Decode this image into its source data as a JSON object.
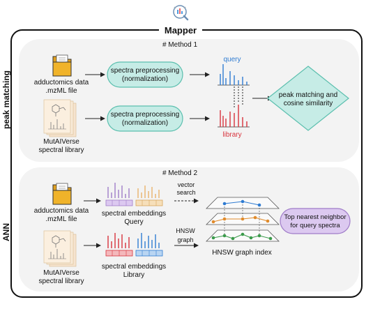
{
  "title": "Mapper",
  "sections": {
    "peak_matching": {
      "side_label": "peak matching",
      "method_label": "# Method 1",
      "input1_label": [
        "adductomics data",
        ".mzML file"
      ],
      "input2_label": [
        "MutAIVerse",
        "spectral library"
      ],
      "preprocess_label": [
        "spectra preprocessing",
        "(normalization)"
      ],
      "query_label": "query",
      "library_label": "library",
      "result_label": [
        "peak matching and",
        "cosine similarity"
      ]
    },
    "ann": {
      "side_label": "ANN",
      "method_label": "# Method 2",
      "input1_label": [
        "adductomics data",
        ".mzML file"
      ],
      "input2_label": [
        "MutAIVerse",
        "spectral library"
      ],
      "embed_query_label": [
        "spectral embeddings",
        "Query"
      ],
      "embed_library_label": [
        "spectral embeddings",
        "Library"
      ],
      "vector_search_label": [
        "vector",
        "search"
      ],
      "hnsw_label": [
        "HNSW",
        "graph"
      ],
      "graph_index_label": "HNSW graph index",
      "result_label": [
        "Top nearest neighbor",
        "for query spectra"
      ]
    }
  },
  "icons": [
    "logo-magnifier-icon",
    "folder-icon",
    "spectrum-document-icon"
  ],
  "colors": {
    "teal_fill": "#c6ece6",
    "teal_stroke": "#5bbfae",
    "query_blue": "#2e7bd1",
    "library_red": "#d8323c",
    "purple_fill": "#dcc9f0",
    "purple_stroke": "#9f7bc8",
    "section_bg": "#f3f3f3",
    "folder_yellow": "#f0b32a"
  }
}
